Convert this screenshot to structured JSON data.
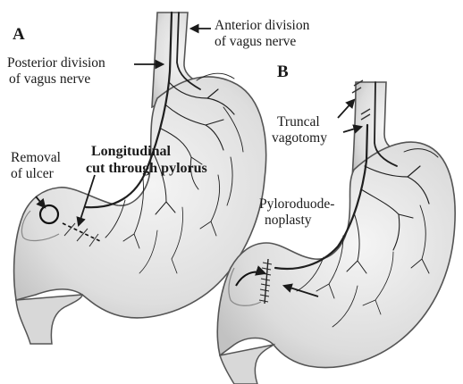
{
  "panels": {
    "a": "A",
    "b": "B"
  },
  "labels": {
    "anterior_line1": "Anterior division",
    "anterior_line2": "of vagus nerve",
    "posterior_line1": "Posterior division",
    "posterior_line2": "of vagus nerve",
    "removal_line1": "Removal",
    "removal_line2": "of ulcer",
    "longitudinal_line1": "Longitudinal",
    "longitudinal_line2": "cut through pylorus",
    "truncal_line1": "Truncal",
    "truncal_line2": "vagotomy",
    "pyloro_line1": "Pyloroduode-",
    "pyloro_line2": "noplasty"
  },
  "colors": {
    "stomach_fill": "#e7e7e7",
    "stomach_shade": "#cfcfcf",
    "outline": "#555555",
    "nerve": "#1f1f1f",
    "text": "#1a1a1a"
  }
}
